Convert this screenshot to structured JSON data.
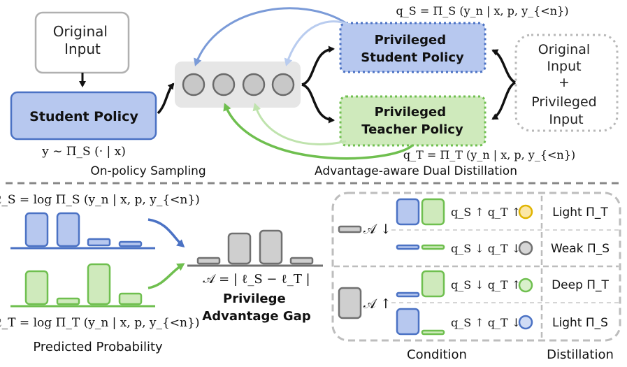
{
  "top": {
    "original_input": [
      "Original",
      "Input"
    ],
    "student_policy": "Student Policy",
    "student_formula": "y ∼ Π_S (· | x)",
    "on_policy_label": "On-policy Sampling",
    "priv_student": [
      "Privileged",
      "Student Policy"
    ],
    "priv_teacher": [
      "Privileged",
      "Teacher Policy"
    ],
    "qs_formula": "q_S = Π_S (y_n | x, p, y_{<n})",
    "qt_formula": "q_T = Π_T (y_n | x, p, y_{<n})",
    "priv_input": [
      "Original",
      "Input",
      "+",
      "Privileged",
      "Input"
    ],
    "dual_label": "Advantage-aware Dual Distillation"
  },
  "bottom": {
    "ls_formula": "ℓ_S = log Π_S (y_n | x, p, y_{<n})",
    "lt_formula": "ℓ_T = log Π_T (y_n | x, p, y_{<n})",
    "predicted_prob": "Predicted Probability",
    "gap_formula": "𝒜 = | ℓ_S − ℓ_T |",
    "gap_label": [
      "Privilege",
      "Advantage Gap"
    ],
    "a_down": "𝒜 ↓",
    "a_up": "𝒜 ↑",
    "rows": [
      {
        "cond": "q_S ↑ q_T ↑",
        "dot": "#f5c518",
        "dist": "Light Π_T"
      },
      {
        "cond": "q_S ↓ q_T ↓",
        "dot": "#9a9a9a",
        "dist": "Weak Π_S"
      },
      {
        "cond": "q_S ↓ q_T ↑",
        "dot": "#7ec46a",
        "dist": "Deep Π_T"
      },
      {
        "cond": "q_S ↑ q_T ↓",
        "dot": "#7b9bd8",
        "dist": "Light Π_S"
      }
    ],
    "condition_header": "Condition",
    "distillation_header": "Distillation"
  },
  "colors": {
    "blue_fill": "#b7c8ef",
    "blue_stroke": "#4b72c4",
    "green_fill": "#cfeabc",
    "green_stroke": "#6fbf4f",
    "gray_fill": "#cfcfcf",
    "gray_stroke": "#707070"
  }
}
